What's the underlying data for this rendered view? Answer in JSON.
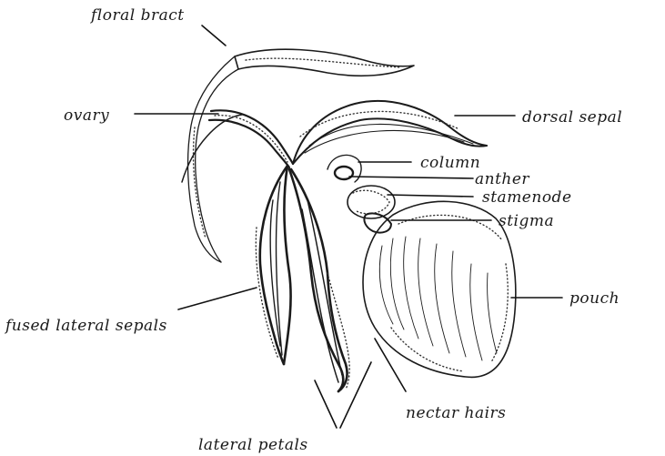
{
  "diagram": {
    "labels": {
      "floral_bract": "floral bract",
      "ovary": "ovary",
      "dorsal_sepal": "dorsal sepal",
      "column": "column",
      "anther": "anther",
      "staminode": "stamenode",
      "stigma": "stigma",
      "pouch": "pouch",
      "fused_lateral_sepals": "fused lateral sepals",
      "nectar_hairs": "nectar hairs",
      "lateral_petals": "lateral petals"
    },
    "ink_color": "#1b1b1b",
    "paper_color": "#ffffff"
  }
}
